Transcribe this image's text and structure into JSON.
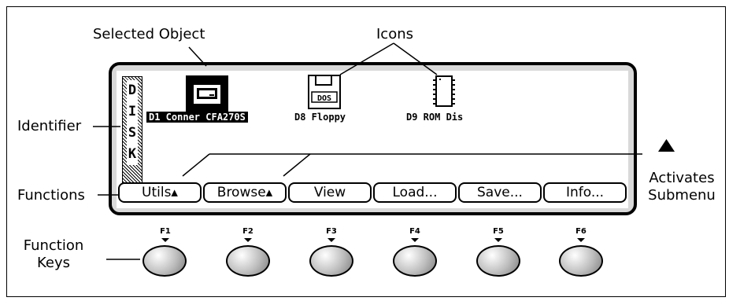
{
  "callouts": {
    "selected_object": "Selected Object",
    "icons": "Icons",
    "identifier": "Identifier",
    "functions": "Functions",
    "function_keys": [
      "Function",
      "Keys"
    ],
    "activates_submenu": [
      "Activates",
      "Submenu"
    ]
  },
  "identifier_letters": [
    "D",
    "I",
    "S",
    "K"
  ],
  "disk_items": [
    {
      "label": "D1 Conner  CFA270S",
      "icon": "hard-drive-icon",
      "selected": true
    },
    {
      "label": "D8 Floppy",
      "icon": "floppy-disk-icon",
      "dos_label": "DOS"
    },
    {
      "label": "D9 ROM Dis",
      "icon": "rom-chip-icon"
    }
  ],
  "functions": [
    "Utils▴",
    "Browse▴",
    "View",
    "Load...",
    "Save...",
    "Info..."
  ],
  "function_keys": [
    "F1",
    "F2",
    "F3",
    "F4",
    "F5",
    "F6"
  ]
}
